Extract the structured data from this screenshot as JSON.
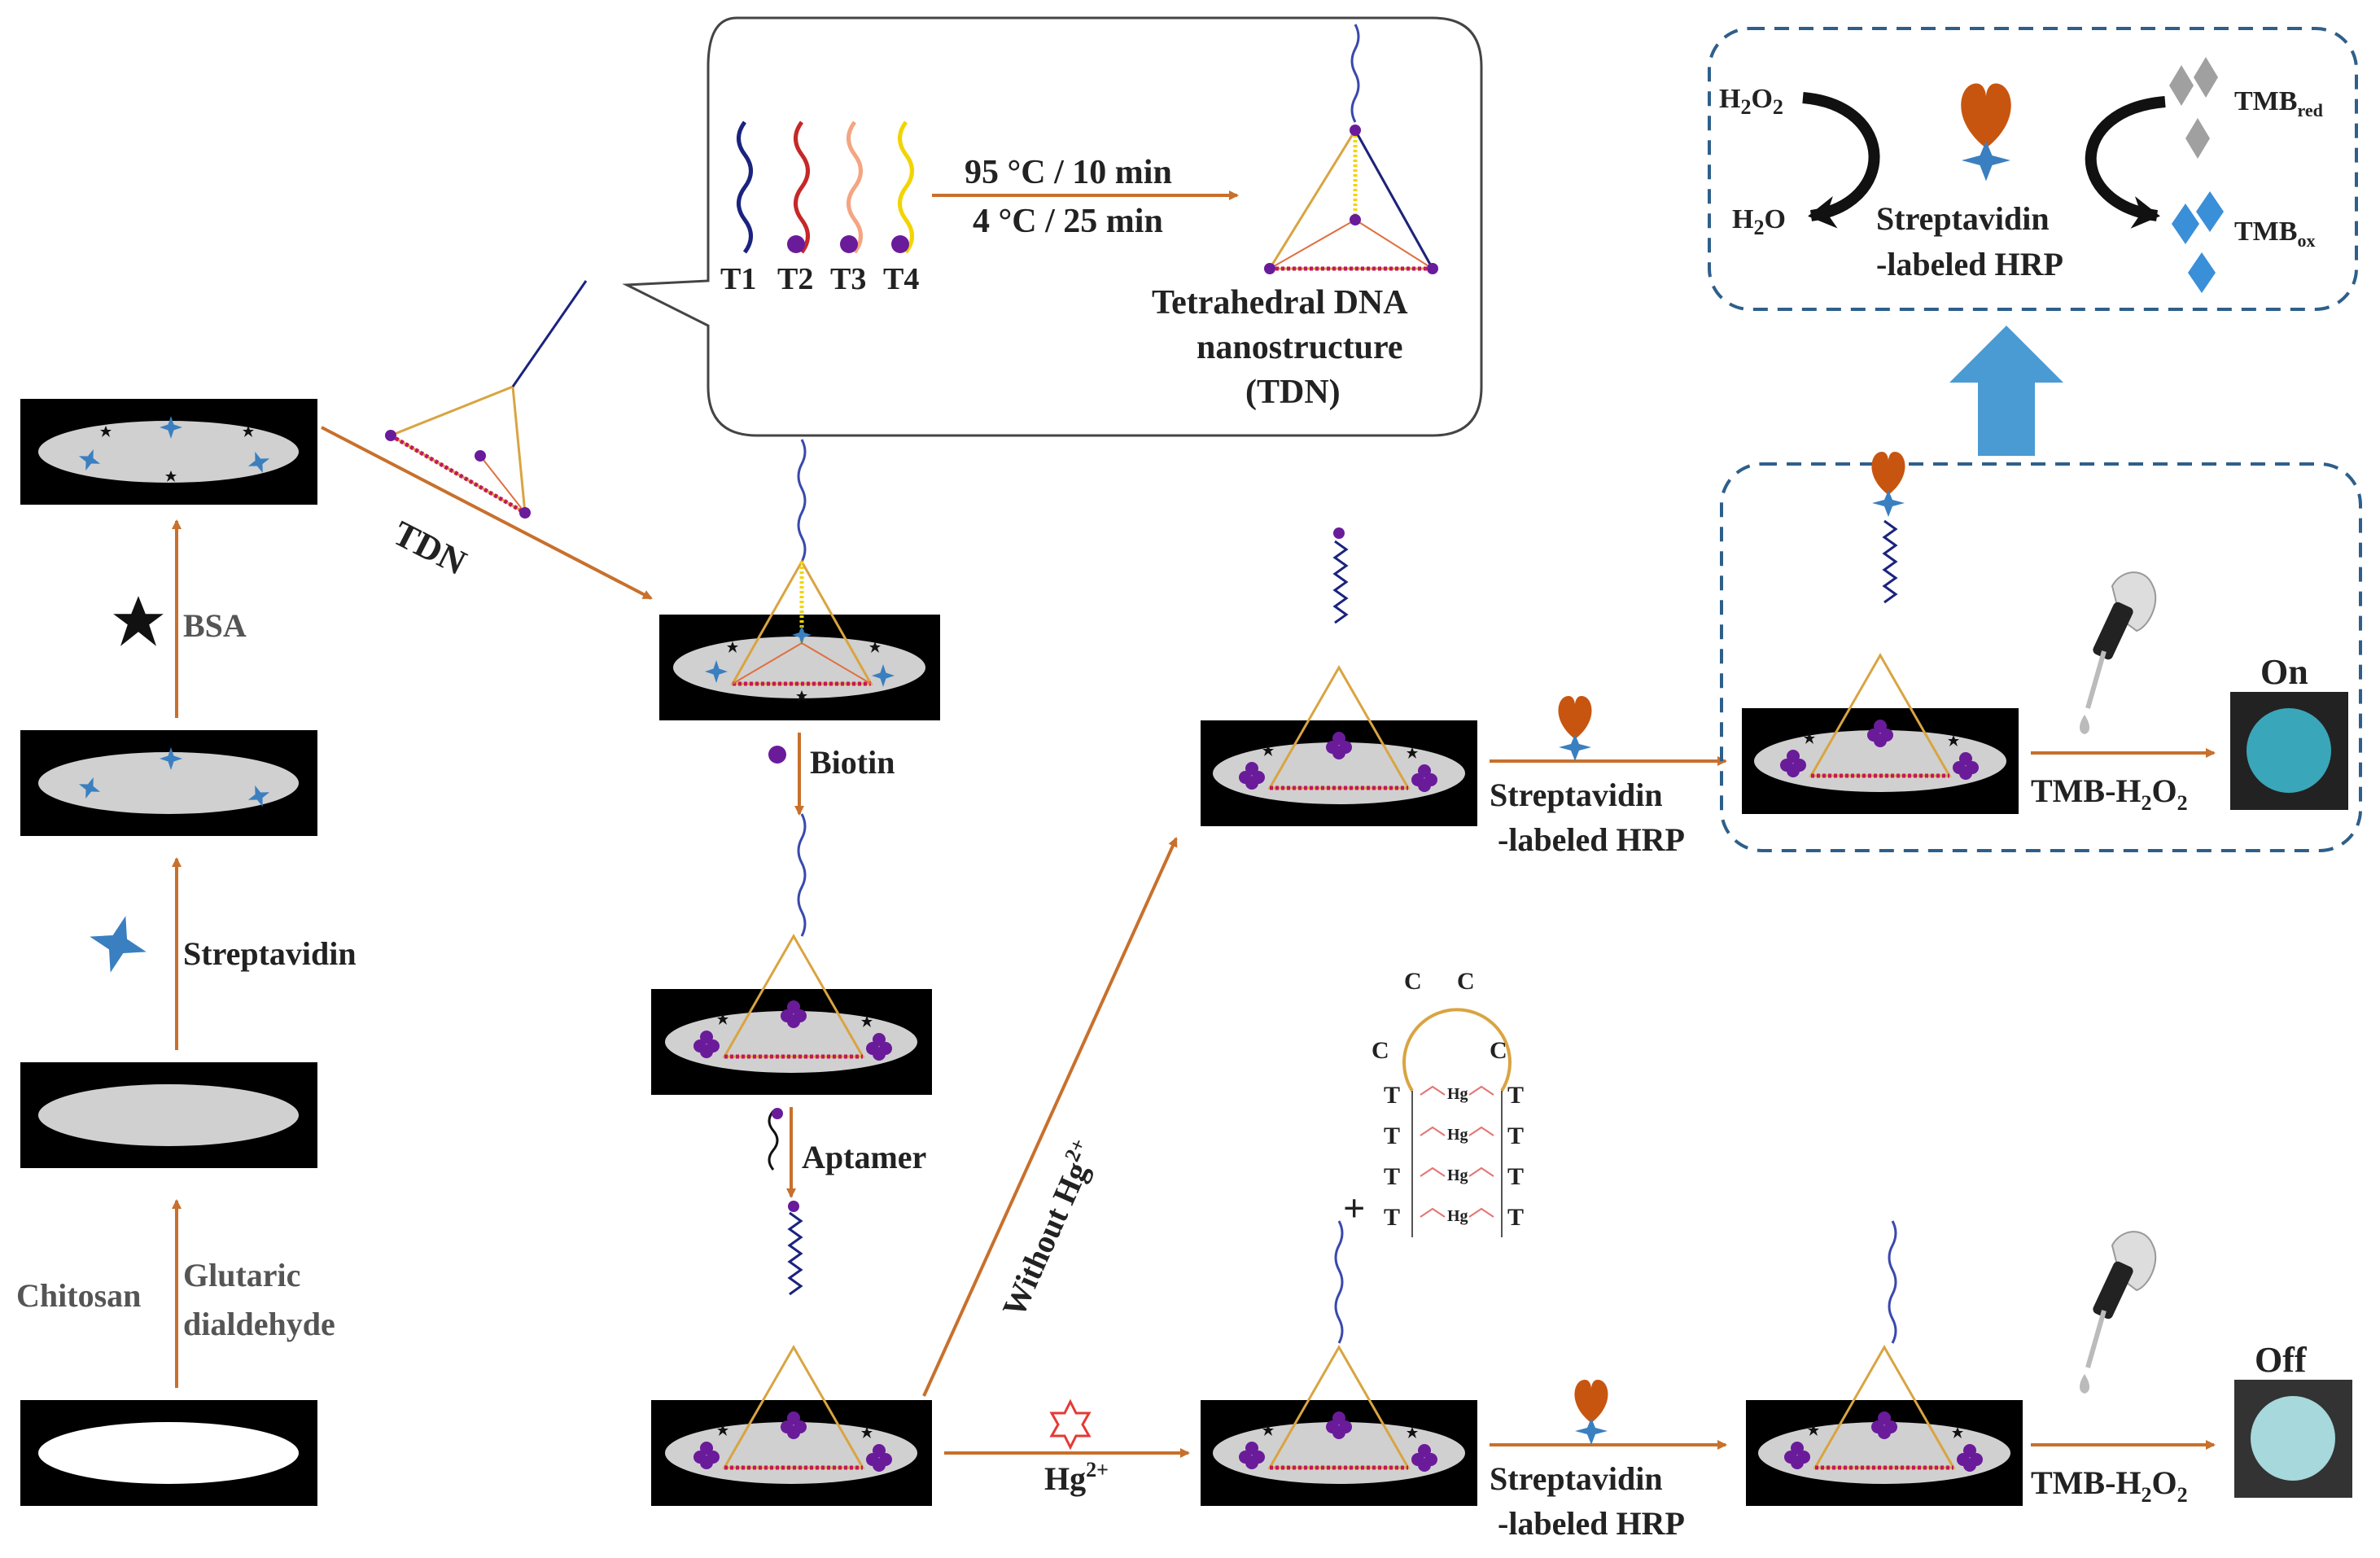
{
  "steps": {
    "chitosan": "Chitosan",
    "glutaric": "Glutaric",
    "dialdehyde": "dialdehyde",
    "streptavidin": "Streptavidin",
    "bsa": "BSA",
    "tdn": "TDN",
    "biotin": "Biotin",
    "aptamer": "Aptamer",
    "without_hg_main": "Without Hg",
    "without_hg_sup": "2+",
    "hg_main": "Hg",
    "hg_sup": "2+",
    "plus": "+"
  },
  "callout": {
    "strands": [
      "T1",
      "T2",
      "T3",
      "T4"
    ],
    "strand_colors": [
      "#1a237e",
      "#c62828",
      "#f4a582",
      "#f2d400"
    ],
    "cond_line1": "95 °C / 10 min",
    "cond_line2": "4 °C / 25 min",
    "tdn_line1": "Tetrahedral  DNA",
    "tdn_line2": "nanostructure",
    "tdn_line3": "(TDN)"
  },
  "hairpin": {
    "top_left_c": "C",
    "top_right_c": "C",
    "mid_left_c": "C",
    "mid_right_c": "C",
    "t_base": "T",
    "hg_label": "Hg"
  },
  "readout": {
    "sa_hrp_line1": "Streptavidin",
    "sa_hrp_line2": "-labeled HRP",
    "tmb_h2o2_main": "TMB-H",
    "sub2": "2",
    "o": "O",
    "on": "On",
    "off": "Off"
  },
  "reaction": {
    "h2o2_h": "H",
    "h2o2_o": "O",
    "sub2": "2",
    "h2o_h": "H",
    "h2o_o": "O",
    "enzyme_line1": "Streptavidin",
    "enzyme_line2": "-labeled HRP",
    "tmb": "TMB",
    "red_sub": "red",
    "ox_sub": "ox"
  },
  "colors": {
    "arrow": "#c8702c",
    "dashed_box": "#2e5f8a",
    "big_arrow": "#4a9ad4",
    "streptavidin": "#3a7fc0",
    "biotin": "#6a1b9a",
    "hrp": "#c8550f",
    "well_on": "#3aa6b9",
    "well_off": "#a6d8dc"
  }
}
